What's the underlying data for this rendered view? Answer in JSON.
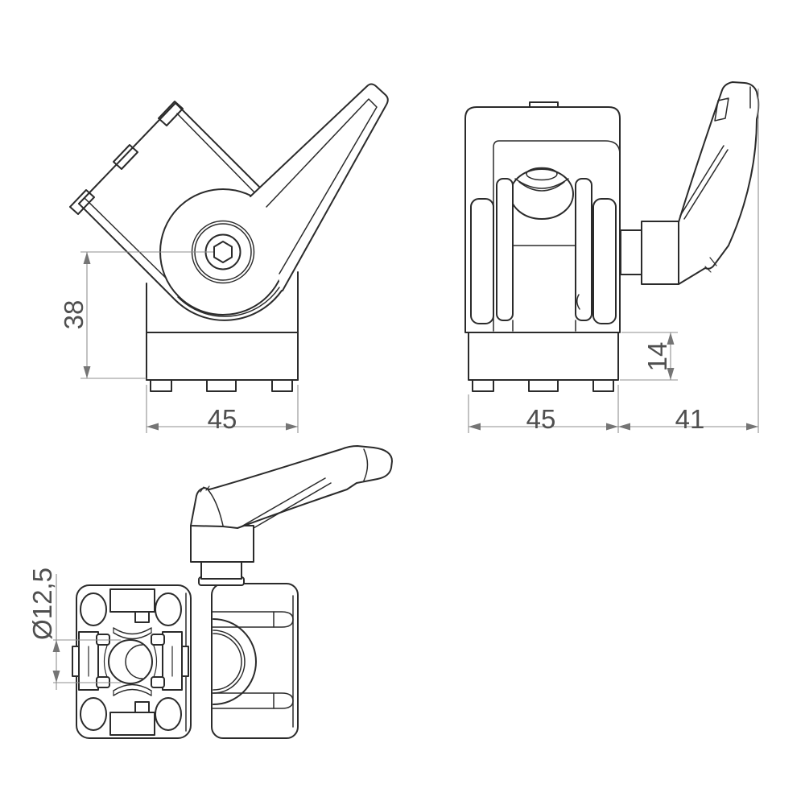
{
  "colors": {
    "background": "#ffffff",
    "outline": "#2b2b2b",
    "dimension_line": "#8f8f8f",
    "dimension_arrow": "#757575",
    "dimension_text": "#4f4f4f"
  },
  "views": {
    "side_view": {
      "dims": {
        "height": "38",
        "width": "45"
      }
    },
    "front_view": {
      "dims": {
        "base_height": "14",
        "width": "45",
        "handle_reach": "41"
      }
    },
    "top_view": {
      "dims": {
        "bore_diameter": "Ø12,5"
      }
    }
  }
}
